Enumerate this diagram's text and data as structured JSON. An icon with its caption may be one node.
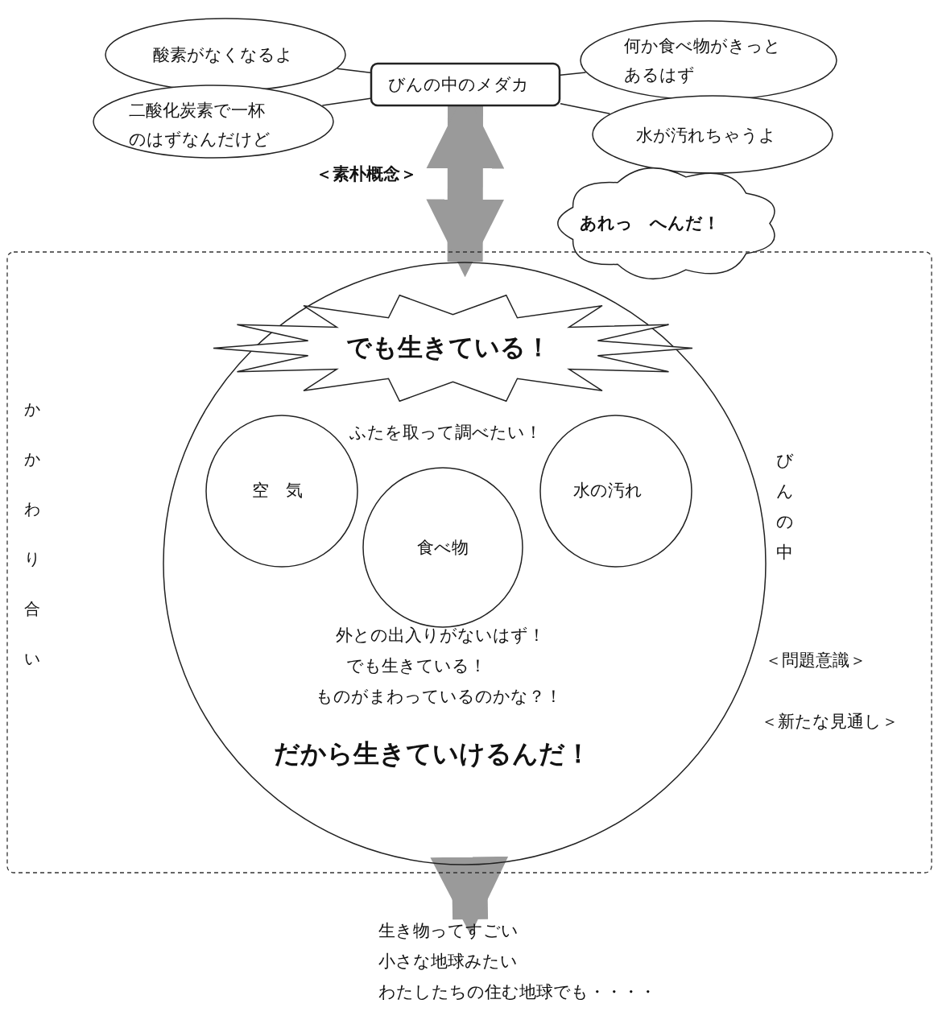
{
  "diagram": {
    "nodes": [
      {
        "text": [
          "びんの中のメダカ"
        ]
      },
      {
        "text": [
          "酸素がなくなるよ"
        ]
      },
      {
        "text": [
          "二酸化炭素で一杯のはずなんだけど"
        ]
      },
      {
        "text": [
          "何か食べ物がきっとあるはず"
        ]
      },
      {
        "text": [
          "水が汚れちゃうよ"
        ]
      },
      {
        "text": [
          "あれっ　へんだ！"
        ]
      },
      {
        "text": [
          "かかわり合い"
        ]
      },
      {
        "text": [
          "ふたを取って調べたい！",
          "外との出入りがないはず！",
          "でも生きている！",
          "ものがまわっているのかな？！",
          "だから生きていけるんだ！"
        ],
        "beside": [
          "びんの中"
        ],
        "in": 6
      },
      {
        "text": [
          "でも生きている！"
        ],
        "in": 7
      },
      {
        "text": [
          "空　気"
        ],
        "in": 7
      },
      {
        "text": [
          "食べ物"
        ],
        "in": 7
      },
      {
        "text": [
          "水の汚れ"
        ],
        "in": 7
      },
      {
        "text": [
          "生き物ってすごい",
          "小さな地球みたい",
          "わたしたちの住む地球でも・・・・"
        ]
      }
    ],
    "edges": [
      {
        "from": 1,
        "to": 0,
        "arrow": "none"
      },
      {
        "from": 2,
        "to": 0,
        "arrow": "none"
      },
      {
        "from": 3,
        "to": 0,
        "arrow": "none"
      },
      {
        "from": 4,
        "to": 0,
        "arrow": "none"
      },
      {
        "from": 7,
        "to": 0,
        "arrow": "both",
        "style": "thick",
        "color": "#9a9a9a"
      },
      {
        "from": 7,
        "to": 12,
        "arrow": "to",
        "style": "thick",
        "color": "#9a9a9a"
      }
    ],
    "labels": [
      "＜素朴概念＞",
      "＜問題意識＞",
      "＜新たな見通し＞"
    ]
  }
}
